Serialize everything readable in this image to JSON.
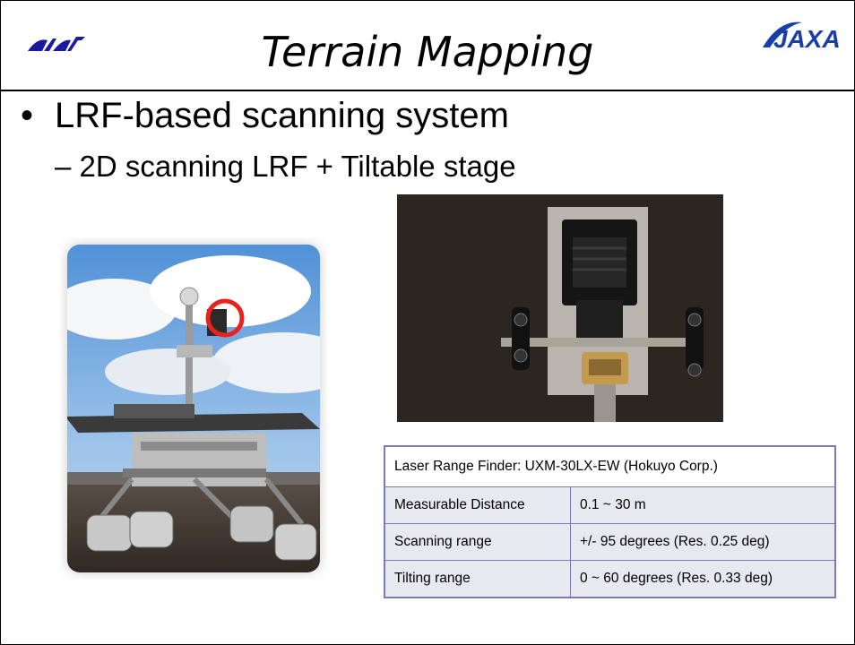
{
  "title": "Terrain Mapping",
  "logos": {
    "left": "ISAS",
    "right": "JAXA",
    "left_color": "#1a1aa0",
    "right_color": "#1a3ea8"
  },
  "bullet": "LRF-based scanning system",
  "sub_bullet": "– 2D scanning LRF + Tiltable stage",
  "images": {
    "left": "rover-photo",
    "right": "laser-range-finder-on-tilt-stage-photo",
    "highlight_color": "#e8231e"
  },
  "spec_table": {
    "header": "Laser Range Finder: UXM-30LX-EW (Hokuyo Corp.)",
    "rows": [
      {
        "label": "Measurable Distance",
        "value": "0.1 ~ 30 m"
      },
      {
        "label": "Scanning range",
        "value": "+/- 95 degrees (Res. 0.25 deg)"
      },
      {
        "label": "Tilting range",
        "value": "0 ~ 60 degrees (Res. 0.33 deg)"
      }
    ]
  }
}
